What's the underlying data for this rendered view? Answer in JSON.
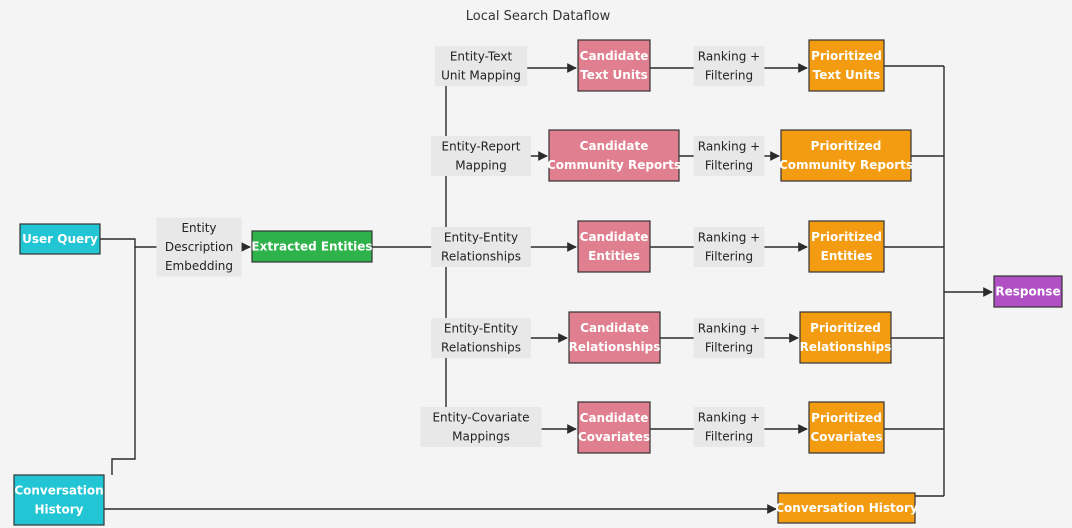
{
  "diagram": {
    "title": "Local Search Dataflow",
    "colors": {
      "query": "#22c5d3",
      "extracted": "#2db34a",
      "candidate": "#e07f8f",
      "prioritized": "#f39c12",
      "response": "#b150c5"
    },
    "nodes": {
      "user_query": [
        "User Query"
      ],
      "conversation_history_input": [
        "Conversation",
        "History"
      ],
      "extracted_entities": [
        "Extracted Entities"
      ],
      "candidate_text_units": [
        "Candidate",
        "Text Units"
      ],
      "candidate_community_reports": [
        "Candidate",
        "Community Reports"
      ],
      "candidate_entities": [
        "Candidate",
        "Entities"
      ],
      "candidate_relationships": [
        "Candidate",
        "Relationships"
      ],
      "candidate_covariates": [
        "Candidate",
        "Covariates"
      ],
      "prioritized_text_units": [
        "Prioritized",
        "Text Units"
      ],
      "prioritized_community_reports": [
        "Prioritized",
        "Community Reports"
      ],
      "prioritized_entities": [
        "Prioritized",
        "Entities"
      ],
      "prioritized_relationships": [
        "Prioritized",
        "Relationships"
      ],
      "prioritized_covariates": [
        "Prioritized",
        "Covariates"
      ],
      "conversation_history_output": [
        "Conversation History"
      ],
      "response": [
        "Response"
      ]
    },
    "edge_labels": {
      "embedding": [
        "Entity",
        "Description",
        "Embedding"
      ],
      "text_unit_mapping": [
        "Entity-Text",
        "Unit Mapping"
      ],
      "report_mapping": [
        "Entity-Report",
        "Mapping"
      ],
      "entity_relationships_1": [
        "Entity-Entity",
        "Relationships"
      ],
      "entity_relationships_2": [
        "Entity-Entity",
        "Relationships"
      ],
      "covariate_mappings": [
        "Entity-Covariate",
        "Mappings"
      ],
      "ranking": [
        "Ranking +",
        "Filtering"
      ]
    }
  }
}
